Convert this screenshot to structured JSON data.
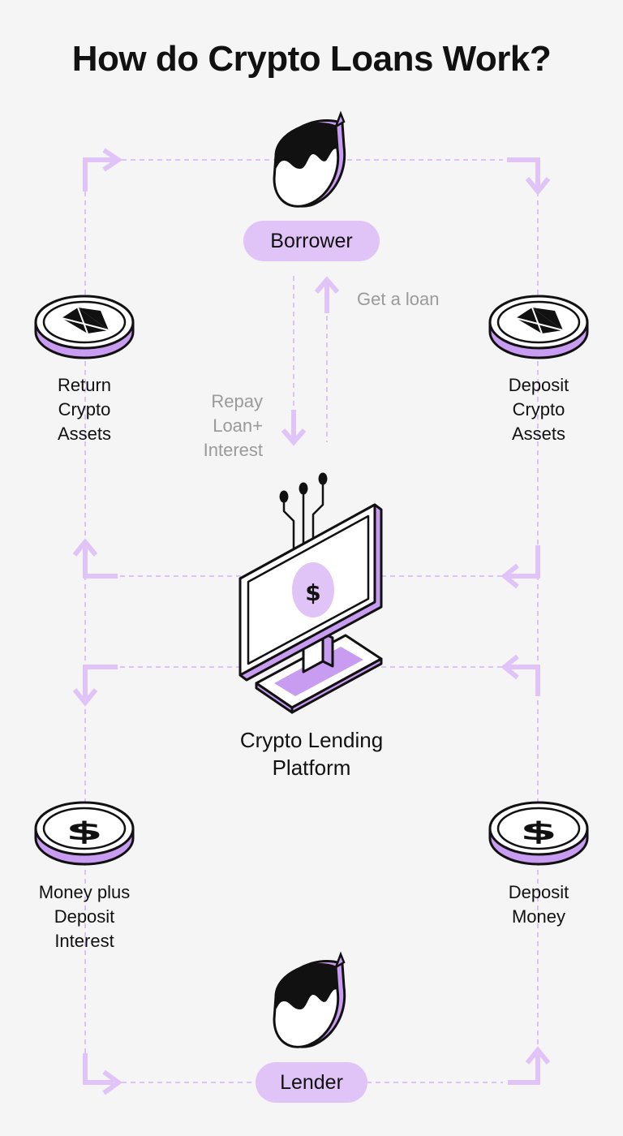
{
  "title": "How do Crypto Loans Work?",
  "nodes": {
    "borrower": "Borrower",
    "platform": "Crypto Lending\nPlatform",
    "lender": "Lender"
  },
  "flows": {
    "get_loan": "Get a loan",
    "repay": "Repay\nLoan+\nInterest",
    "return_crypto": "Return\nCrypto\nAssets",
    "deposit_crypto": "Deposit\nCrypto\nAssets",
    "money_plus_interest": "Money plus\nDeposit\nInterest",
    "deposit_money": "Deposit\nMoney"
  },
  "colors": {
    "accent": "#e1c4f7",
    "accent_mid": "#c89cf0",
    "dashed_line": "#dcc3f5",
    "outline": "#111111",
    "grey_text": "#9a9a9a",
    "background": "#f5f5f6"
  },
  "icons": {
    "borrower": "person-head-icon",
    "lender": "person-head-icon",
    "crypto": "ethereum-coin-icon",
    "money": "dollar-coin-icon",
    "platform": "computer-monitor-icon"
  }
}
